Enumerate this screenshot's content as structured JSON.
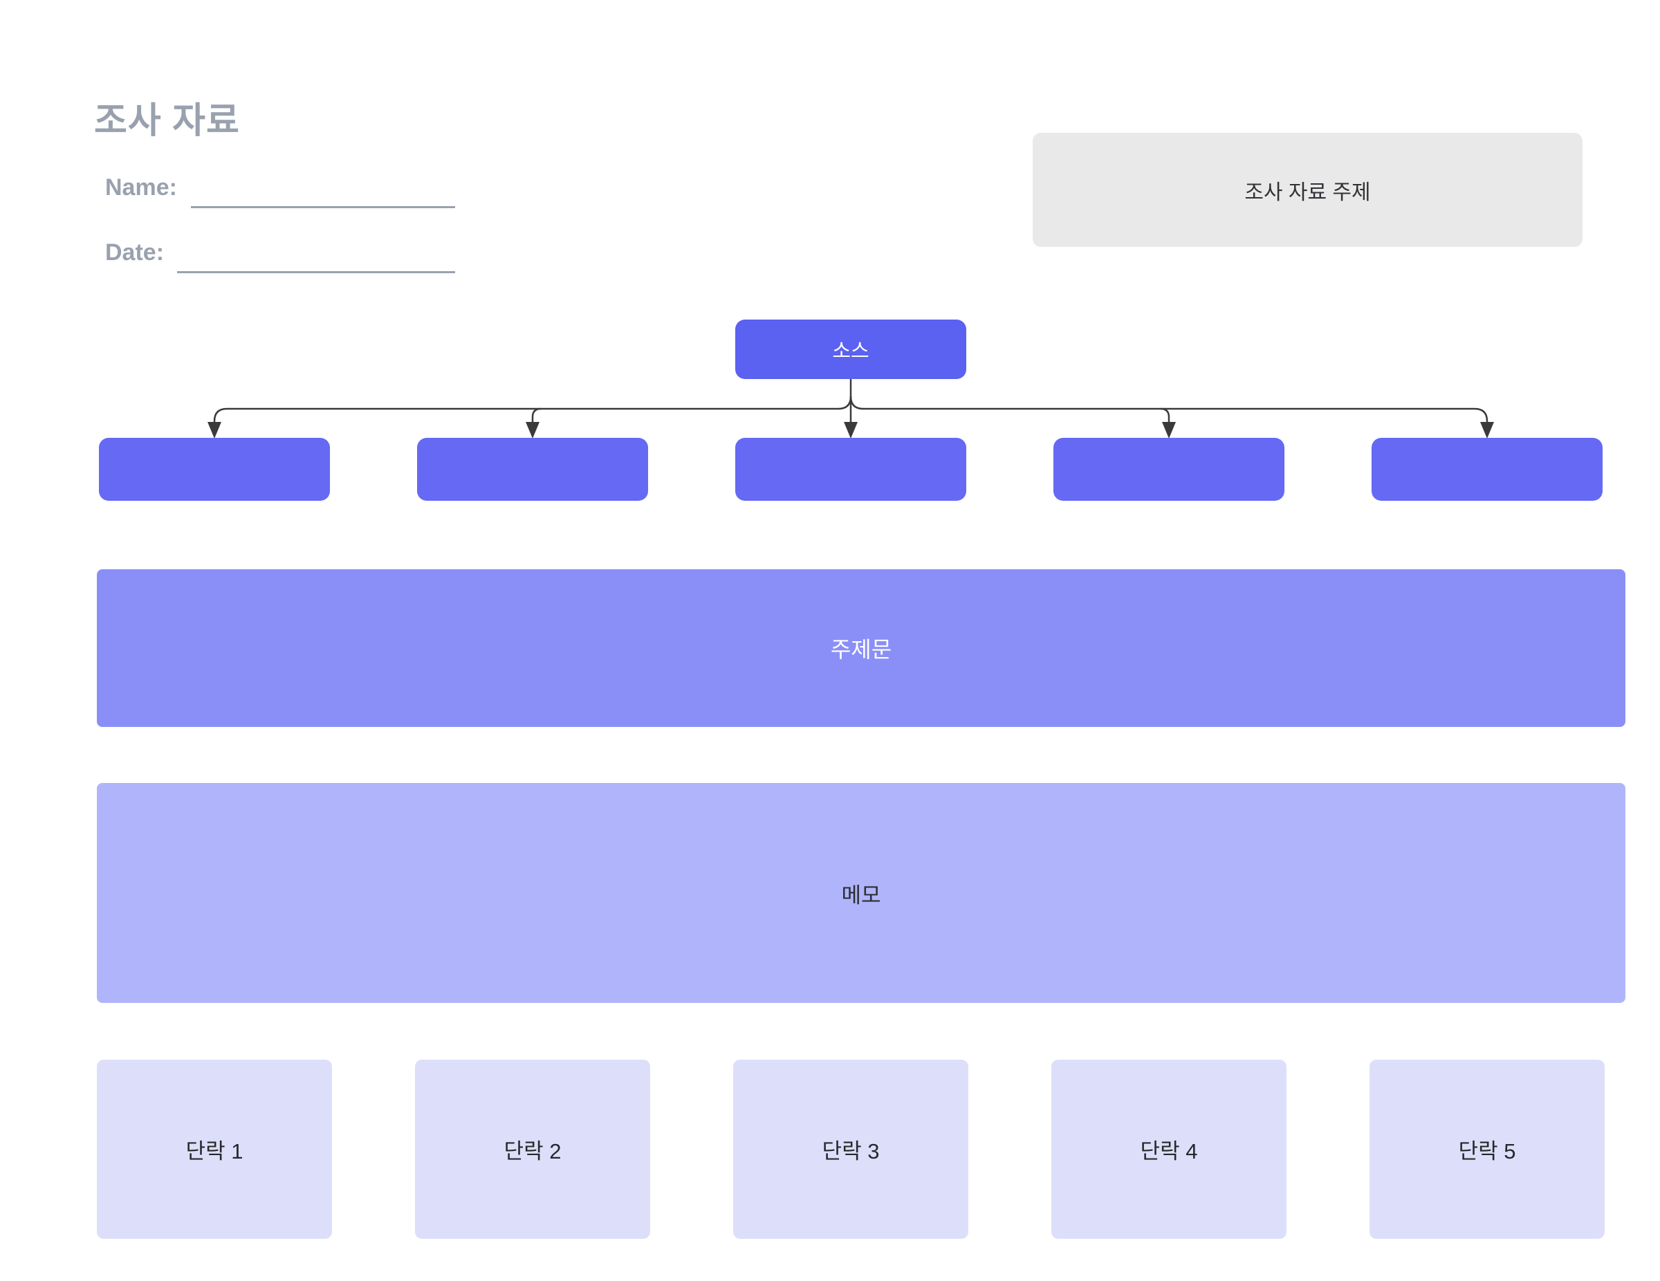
{
  "page": {
    "title": "조사 자료"
  },
  "fields": {
    "name_label": "Name:",
    "date_label": "Date:"
  },
  "topic_box": {
    "label": "조사 자료 주제"
  },
  "diagram": {
    "source_label": "소스",
    "source_children": [
      "",
      "",
      "",
      "",
      ""
    ],
    "thesis_label": "주제문",
    "memo_label": "메모",
    "paragraphs": [
      "단락 1",
      "단락 2",
      "단락 3",
      "단락 4",
      "단락 5"
    ]
  },
  "colors": {
    "heading_gray": "#99A1AE",
    "topic_box_bg": "#E9E9E9",
    "source_box": "#5B61F1",
    "row_box": "#6569F4",
    "thesis_band": "#8A8FF8",
    "memo_band": "#B0B5FB",
    "paragraph_box": "#DDDFFA",
    "connector": "#3A3A3C"
  }
}
